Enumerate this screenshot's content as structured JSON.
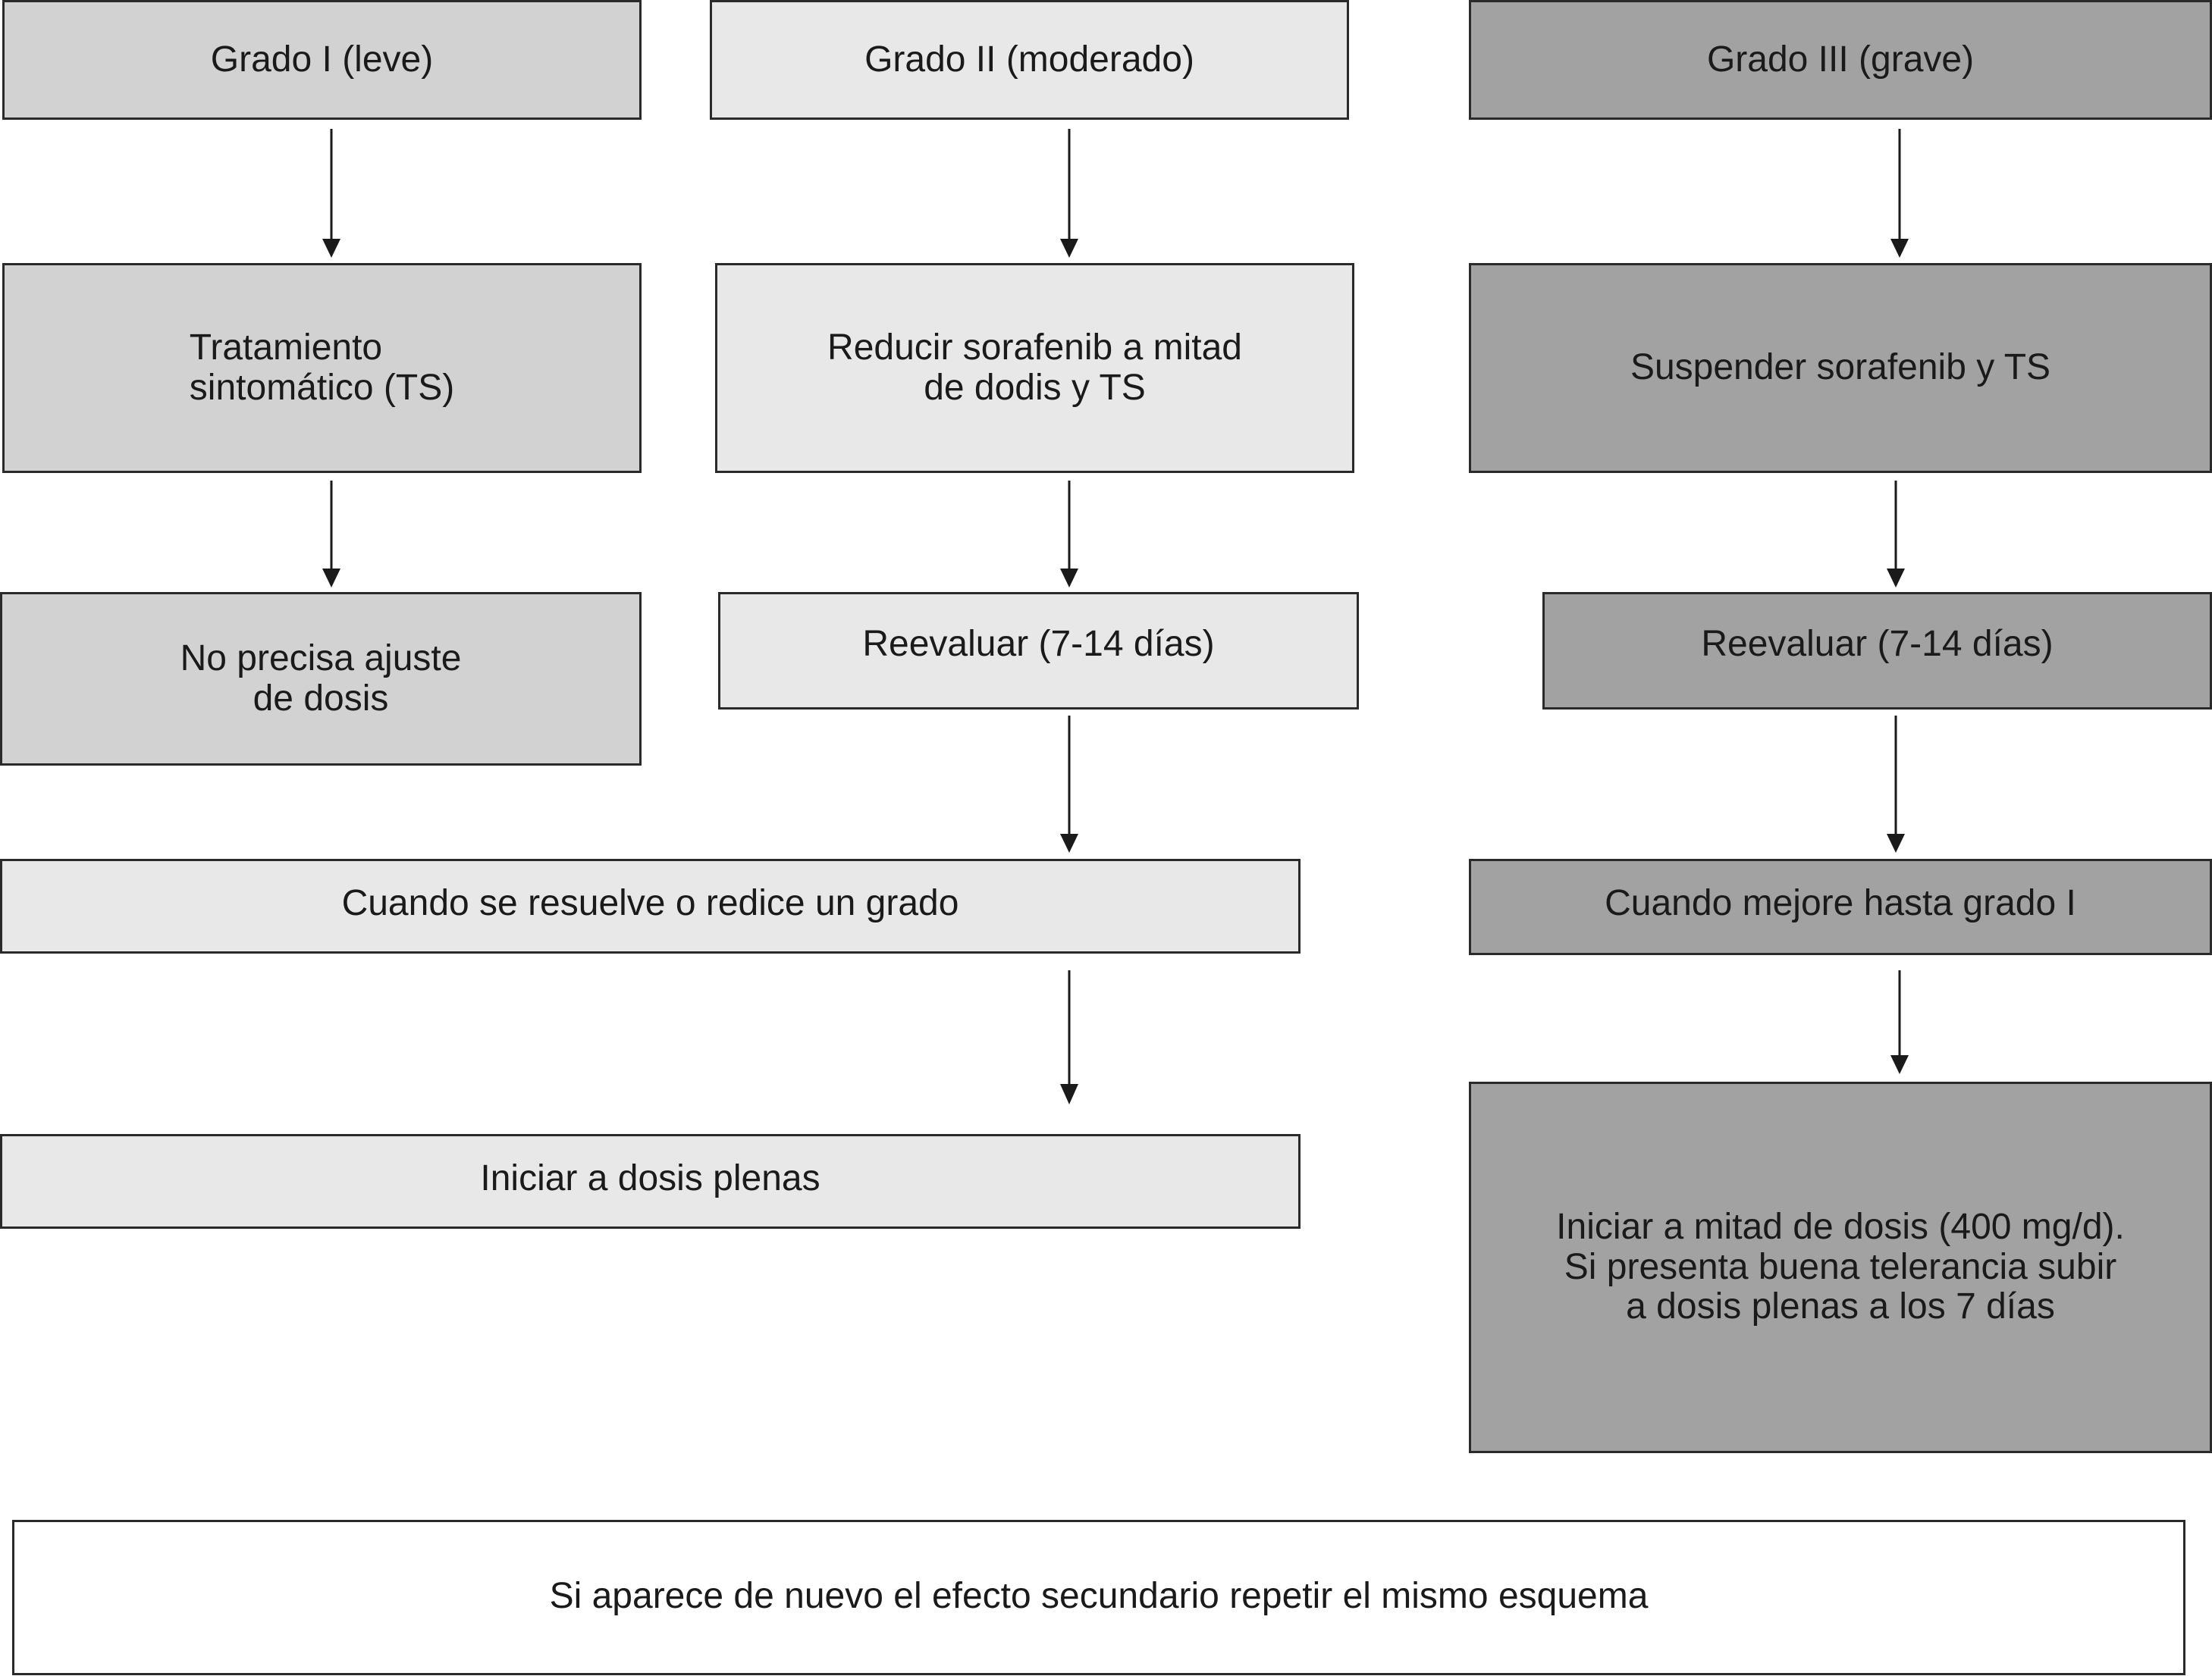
{
  "col1": {
    "header": "Grado I (leve)",
    "step1": "Tratamiento\nsintomático (TS)",
    "step2": "No precisa ajuste\nde dosis"
  },
  "col2": {
    "header": "Grado II (moderado)",
    "step1": "Reducir sorafenib a mitad\nde dodis y TS",
    "step2": "Reevaluar (7-14 días)",
    "step3": "Cuando se resuelve o redice un grado",
    "step4": "Iniciar a dosis plenas"
  },
  "col3": {
    "header": "Grado III (grave)",
    "step1": "Suspender sorafenib y TS",
    "step2": "Reevaluar (7-14 días)",
    "step3": "Cuando mejore hasta grado I",
    "step4": "Iniciar a mitad de dosis (400 mg/d).\nSi presenta buena telerancia subir\na dosis plenas a los 7 días"
  },
  "footer": "Si aparece de nuevo el efecto secundario repetir el mismo esquema",
  "colors": {
    "light": "#d2d2d2",
    "lighter": "#e8e8e8",
    "dark": "#a2a2a2",
    "border": "#2a2a2a"
  }
}
